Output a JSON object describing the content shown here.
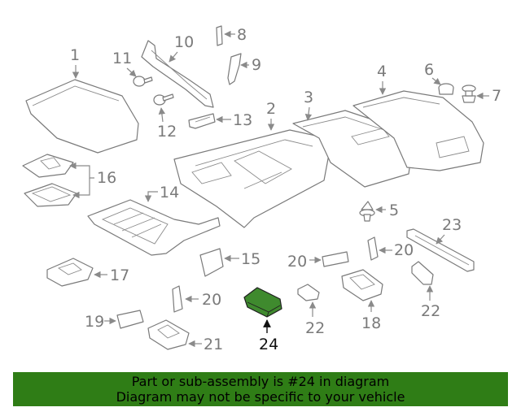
{
  "callouts": {
    "c1": "1",
    "c2": "2",
    "c3": "3",
    "c4": "4",
    "c5": "5",
    "c6": "6",
    "c7": "7",
    "c8": "8",
    "c9": "9",
    "c10": "10",
    "c11": "11",
    "c12": "12",
    "c13": "13",
    "c14": "14",
    "c15": "15",
    "c16": "16",
    "c17": "17",
    "c18": "18",
    "c19": "19",
    "c20a": "20",
    "c20b": "20",
    "c20c": "20",
    "c21": "21",
    "c22a": "22",
    "c22b": "22",
    "c23": "23",
    "c24": "24"
  },
  "highlighted_part": "24",
  "colors": {
    "highlight": "#3f8a2e",
    "banner": "#2f7d16",
    "lines": "#7a7a7a"
  },
  "banner": {
    "line1": "Part or sub-assembly is #24 in diagram",
    "line2": "Diagram may not be specific to your vehicle"
  }
}
